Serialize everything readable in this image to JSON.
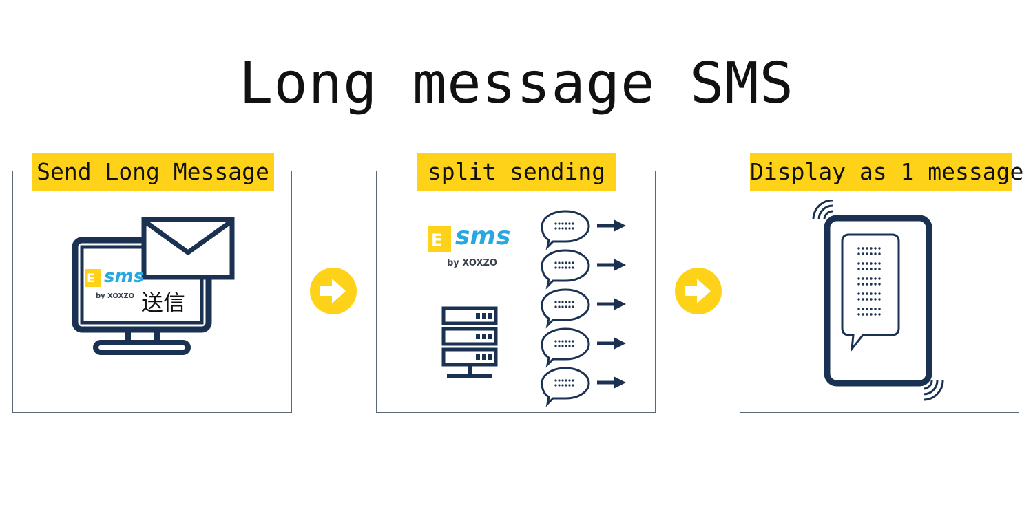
{
  "title": "Long message SMS",
  "steps": [
    {
      "label": "Send Long Message"
    },
    {
      "label": "split sending"
    },
    {
      "label": "Display as 1 message"
    }
  ],
  "logo": {
    "sms": "sms",
    "by": "by XOXZO"
  },
  "send_text": "送信",
  "colors": {
    "accent": "#ffd21a",
    "ink": "#1b3152",
    "logo_blue": "#29a8e0",
    "border": "#5b6676"
  },
  "icons": [
    "monitor-icon",
    "envelope-icon",
    "arrow-right-circle-icon",
    "server-icon",
    "chat-bubble-icon",
    "arrow-right-icon",
    "smartphone-icon",
    "vibration-icon"
  ]
}
